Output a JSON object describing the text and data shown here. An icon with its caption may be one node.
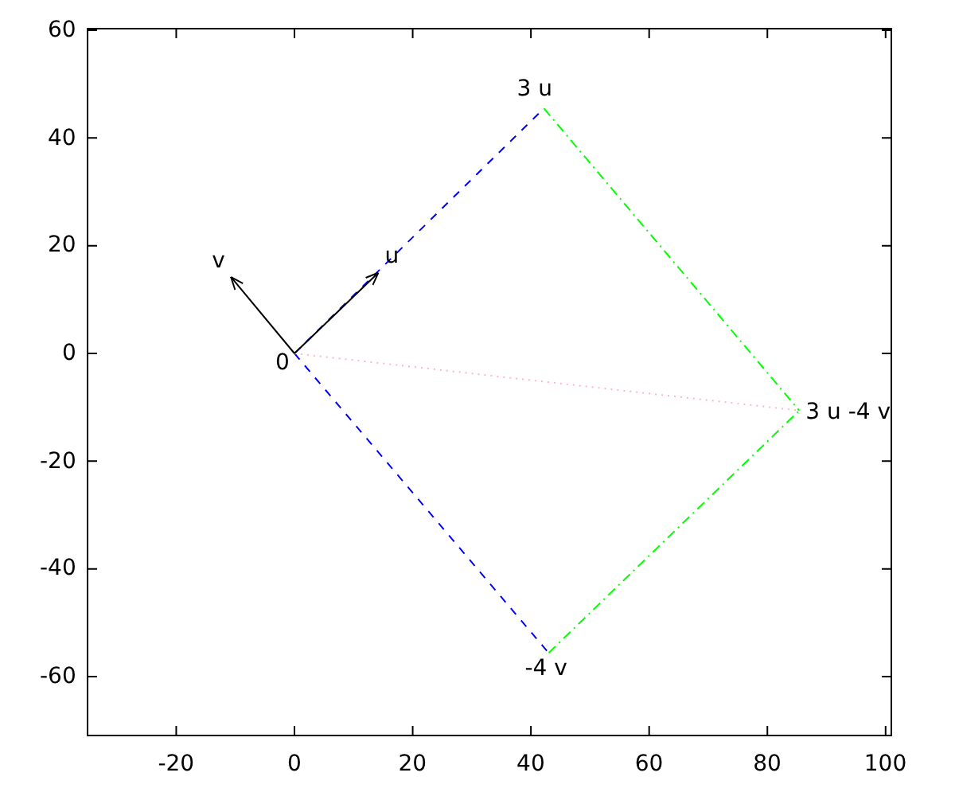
{
  "diagram": {
    "nodes": [
      {
        "text": [
          "0"
        ]
      },
      {
        "text": [
          "u"
        ]
      },
      {
        "text": [
          "v"
        ]
      },
      {
        "text": [
          "3 u"
        ]
      },
      {
        "text": [
          "-4 v"
        ]
      },
      {
        "text": [
          "3 u -4 v"
        ]
      }
    ],
    "edges": [
      {
        "from": 0,
        "to": 3,
        "arrow": "none",
        "style": "dashed",
        "color": "#0000ff"
      },
      {
        "from": 0,
        "to": 4,
        "arrow": "none",
        "style": "dashed",
        "color": "#0000ff"
      },
      {
        "from": 3,
        "to": 5,
        "arrow": "none",
        "style": "dashed",
        "color": "#00ff00"
      },
      {
        "from": 4,
        "to": 5,
        "arrow": "none",
        "style": "dashed",
        "color": "#00ff00"
      },
      {
        "from": 0,
        "to": 5,
        "arrow": "none",
        "style": "dashed",
        "color": "#ffb6c1"
      },
      {
        "from": 0,
        "to": 1,
        "arrow": "to",
        "color": "#000000"
      },
      {
        "from": 0,
        "to": 2,
        "arrow": "to",
        "color": "#000000"
      }
    ],
    "labels": [
      "60",
      "40",
      "20",
      "0",
      "-20",
      "-40",
      "-60",
      "-20",
      "0",
      "20",
      "40",
      "60",
      "80",
      "100"
    ]
  }
}
